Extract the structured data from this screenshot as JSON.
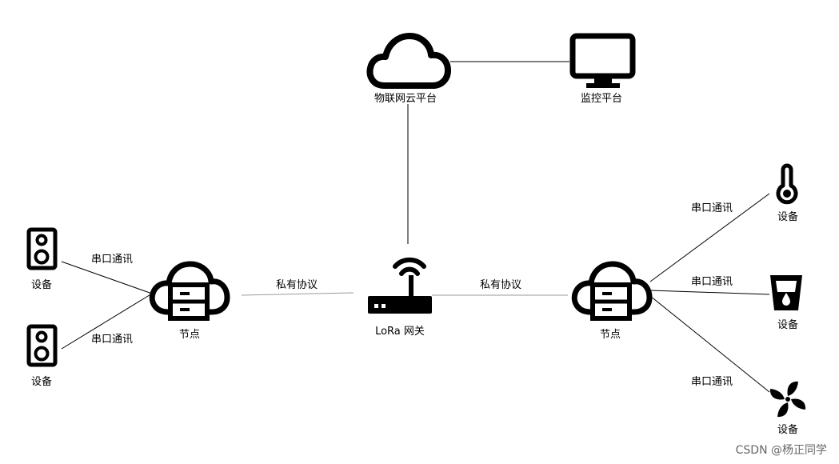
{
  "nodes": {
    "iot_cloud": "物联网云平台",
    "monitor": "监控平台",
    "gateway": "LoRa 网关",
    "node_left": "节点",
    "node_right": "节点",
    "device_speaker_top": "设备",
    "device_speaker_bottom": "设备",
    "device_thermometer": "设备",
    "device_cup": "设备",
    "device_fan": "设备"
  },
  "edges": {
    "serial_1": "串口通讯",
    "serial_2": "串口通讯",
    "serial_3": "串口通讯",
    "serial_4": "串口通讯",
    "serial_5": "串口通讯",
    "private_left": "私有协议",
    "private_right": "私有协议"
  },
  "watermark": "CSDN @杨正同学"
}
